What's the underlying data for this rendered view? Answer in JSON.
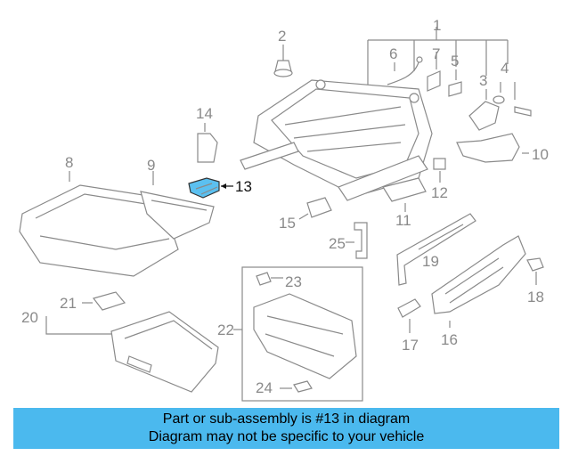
{
  "diagram": {
    "highlight_color": "#5bc0f0",
    "labels": {
      "1": "1",
      "2": "2",
      "3": "3",
      "4": "4",
      "5": "5",
      "6": "6",
      "7": "7",
      "8": "8",
      "9": "9",
      "10": "10",
      "11": "11",
      "12": "12",
      "13": "13",
      "14": "14",
      "15": "15",
      "16": "16",
      "17": "17",
      "18": "18",
      "19": "19",
      "20": "20",
      "21": "21",
      "22": "22",
      "23": "23",
      "24": "24",
      "25": "25"
    }
  },
  "banner": {
    "line1": "Part or sub-assembly is #13 in diagram",
    "line2": "Diagram may not be specific to your vehicle",
    "color": "#4bb9ee"
  }
}
